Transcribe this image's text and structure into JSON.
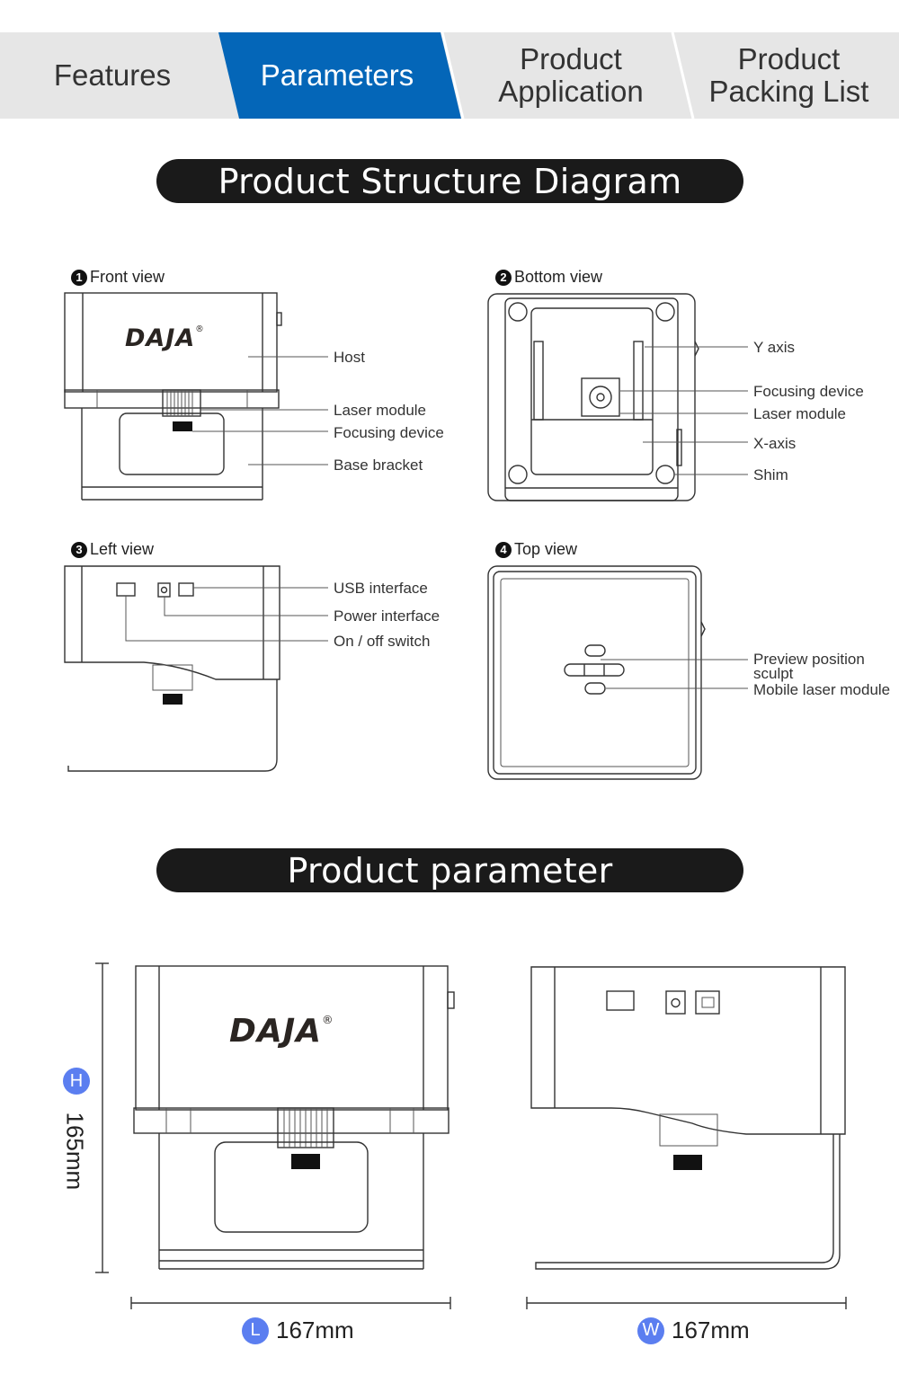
{
  "tabs": [
    {
      "label": "Features",
      "active": false
    },
    {
      "label": "Parameters",
      "active": true
    },
    {
      "label": "Product Application",
      "active": false
    },
    {
      "label": "Product Packing List",
      "active": false
    }
  ],
  "colors": {
    "active_tab": "#0466b8",
    "tab_bg": "#e6e6e6",
    "badge_blue": "#5b7ef0",
    "pill_bg": "#1a1a1a"
  },
  "structure": {
    "title": "Product Structure Diagram",
    "brand": "DAJA",
    "brand_mark": "®",
    "views": [
      {
        "num": "1",
        "title": "Front view",
        "callouts": [
          "Host",
          "Laser module",
          "Focusing device",
          "Base bracket"
        ]
      },
      {
        "num": "2",
        "title": "Bottom view",
        "callouts": [
          "Y axis",
          "Focusing device",
          "Laser module",
          "X-axis",
          "Shim"
        ]
      },
      {
        "num": "3",
        "title": "Left view",
        "callouts": [
          "USB interface",
          "Power interface",
          "On / off switch"
        ]
      },
      {
        "num": "4",
        "title": "Top view",
        "callouts": [
          "Preview position sculpt",
          "Mobile laser module"
        ]
      }
    ]
  },
  "parameter": {
    "title": "Product parameter",
    "height": {
      "badge": "H",
      "value": "165mm"
    },
    "length": {
      "badge": "L",
      "value": "167mm"
    },
    "width": {
      "badge": "W",
      "value": "167mm"
    }
  }
}
